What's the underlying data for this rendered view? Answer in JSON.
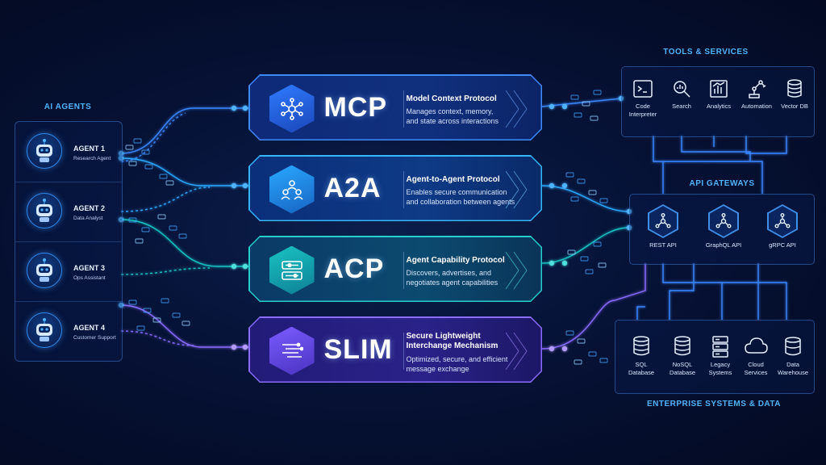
{
  "sections": {
    "agents": "AI AGENTS",
    "tools": "TOOLS & SERVICES",
    "gateways": "API GATEWAYS",
    "enterprise": "ENTERPRISE SYSTEMS & DATA"
  },
  "agents": [
    {
      "name": "AGENT 1",
      "role": "Research Agent"
    },
    {
      "name": "AGENT 2",
      "role": "Data Analyst"
    },
    {
      "name": "AGENT 3",
      "role": "Ops Assistant"
    },
    {
      "name": "AGENT 4",
      "role": "Customer Support"
    }
  ],
  "protocols": [
    {
      "abbr": "MCP",
      "name": "Model Context Protocol",
      "desc": "Manages context, memory,\nand state across interactions",
      "icon": "network-icon",
      "color": "#2f7bff"
    },
    {
      "abbr": "A2A",
      "name": "Agent-to-Agent Protocol",
      "desc": "Enables secure communication\nand collaboration between agents",
      "icon": "people-icon",
      "color": "#2aa8ff"
    },
    {
      "abbr": "ACP",
      "name": "Agent Capability Protocol",
      "desc": "Discovers, advertises, and\nnegotiates agent capabilities",
      "icon": "sliders-icon",
      "color": "#19c3c3"
    },
    {
      "abbr": "SLIM",
      "name": "Secure Lightweight\nInterchange Mechanism",
      "desc": "Optimized, secure, and efficient\nmessage exchange",
      "icon": "speed-icon",
      "color": "#7a5cff"
    }
  ],
  "tools": [
    {
      "label": "Code\nInterpreter",
      "icon": "terminal-icon"
    },
    {
      "label": "Search",
      "icon": "search-icon"
    },
    {
      "label": "Analytics",
      "icon": "bar-chart-icon"
    },
    {
      "label": "Automation",
      "icon": "robot-arm-icon"
    },
    {
      "label": "Vector DB",
      "icon": "database-icon"
    }
  ],
  "gateways": [
    {
      "label": "REST API",
      "icon": "api-hex-icon"
    },
    {
      "label": "GraphQL API",
      "icon": "api-hex-icon"
    },
    {
      "label": "gRPC API",
      "icon": "api-hex-icon"
    }
  ],
  "enterprise": [
    {
      "label": "SQL\nDatabase",
      "icon": "database-icon"
    },
    {
      "label": "NoSQL\nDatabase",
      "icon": "database-icon"
    },
    {
      "label": "Legacy\nSystems",
      "icon": "server-icon"
    },
    {
      "label": "Cloud\nServices",
      "icon": "cloud-icon"
    },
    {
      "label": "Data\nWarehouse",
      "icon": "warehouse-icon"
    }
  ],
  "colors": {
    "accent": "#4fb3ff",
    "background": "#061236",
    "mcp": "#2f7bff",
    "a2a": "#2aa8ff",
    "acp": "#19c3c3",
    "slim": "#7a5cff"
  }
}
